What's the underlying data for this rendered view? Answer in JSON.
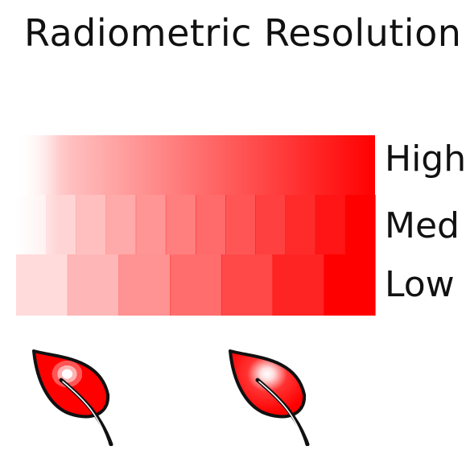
{
  "title": "Radiometric Resolution",
  "colors": {
    "red": "#ff0000",
    "outline": "#111111",
    "background": "#ffffff"
  },
  "levels": [
    {
      "label": "High",
      "steps": "continuous"
    },
    {
      "label": "Med",
      "steps": 12
    },
    {
      "label": "Low",
      "steps": 7
    }
  ],
  "leaves": [
    {
      "name": "leaf-coarse",
      "style": "banded highlight"
    },
    {
      "name": "leaf-smooth",
      "style": "smooth highlight"
    }
  ]
}
